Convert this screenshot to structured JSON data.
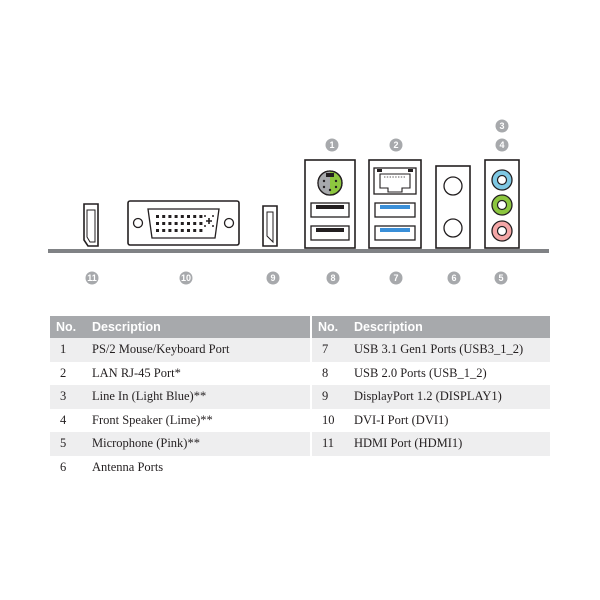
{
  "panel": {
    "callouts": [
      {
        "label": "1"
      },
      {
        "label": "2"
      },
      {
        "label": "3"
      },
      {
        "label": "4"
      },
      {
        "label": "5"
      },
      {
        "label": "6"
      },
      {
        "label": "7"
      },
      {
        "label": "8"
      },
      {
        "label": "9"
      },
      {
        "label": "10"
      },
      {
        "label": "11"
      }
    ],
    "colors": {
      "callout_fill": "#a7a9ac",
      "line_in": "#7ec8e3",
      "speaker": "#8cc63f",
      "microphone": "#f4a6a6",
      "usb3_blue": "#3a8fd8",
      "header_gray": "#a7a9ac",
      "row_shade": "#eeeeef"
    }
  },
  "table_left": {
    "header_no": "No.",
    "header_desc": "Description",
    "rows": [
      {
        "no": "1",
        "desc": "PS/2 Mouse/Keyboard Port"
      },
      {
        "no": "2",
        "desc": "LAN RJ-45 Port*"
      },
      {
        "no": "3",
        "desc": "Line In (Light Blue)**"
      },
      {
        "no": "4",
        "desc": "Front Speaker (Lime)**"
      },
      {
        "no": "5",
        "desc": "Microphone (Pink)**"
      },
      {
        "no": "6",
        "desc": "Antenna Ports"
      }
    ]
  },
  "table_right": {
    "header_no": "No.",
    "header_desc": "Description",
    "rows": [
      {
        "no": "7",
        "desc": "USB 3.1 Gen1 Ports (USB3_1_2)"
      },
      {
        "no": "8",
        "desc": "USB 2.0 Ports (USB_1_2)"
      },
      {
        "no": "9",
        "desc": "DisplayPort 1.2 (DISPLAY1)"
      },
      {
        "no": "10",
        "desc": "DVI-I Port (DVI1)"
      },
      {
        "no": "11",
        "desc": "HDMI Port (HDMI1)"
      }
    ]
  }
}
